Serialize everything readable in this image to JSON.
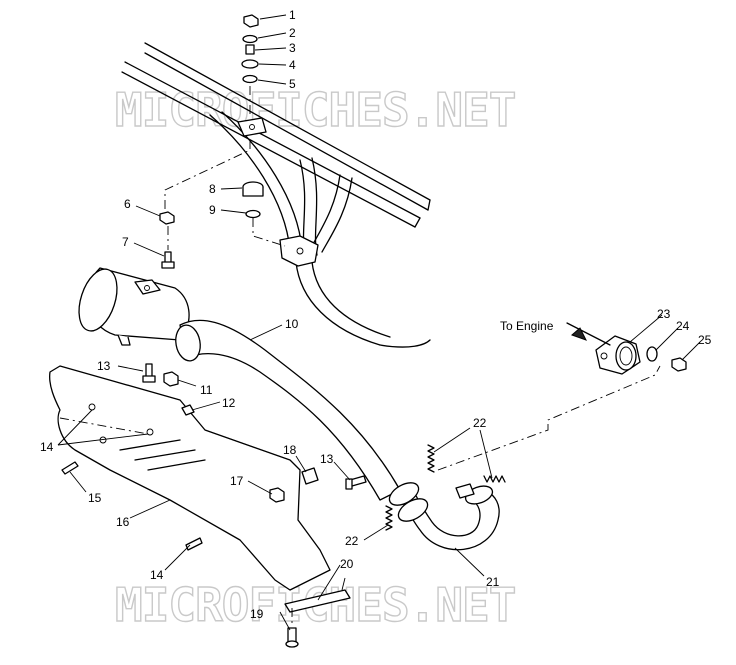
{
  "watermark_text": "MICROFICHES.NET",
  "engine_label": "To Engine",
  "callouts": {
    "c1": "1",
    "c2": "2",
    "c3": "3",
    "c4": "4",
    "c5": "5",
    "c6": "6",
    "c7": "7",
    "c8": "8",
    "c9": "9",
    "c10": "10",
    "c11": "11",
    "c12": "12",
    "c13a": "13",
    "c13b": "13",
    "c14a": "14",
    "c14b": "14",
    "c15": "15",
    "c16": "16",
    "c17": "17",
    "c18": "18",
    "c19": "19",
    "c20": "20",
    "c21": "21",
    "c22a": "22",
    "c22b": "22",
    "c23": "23",
    "c24": "24",
    "c25": "25"
  }
}
